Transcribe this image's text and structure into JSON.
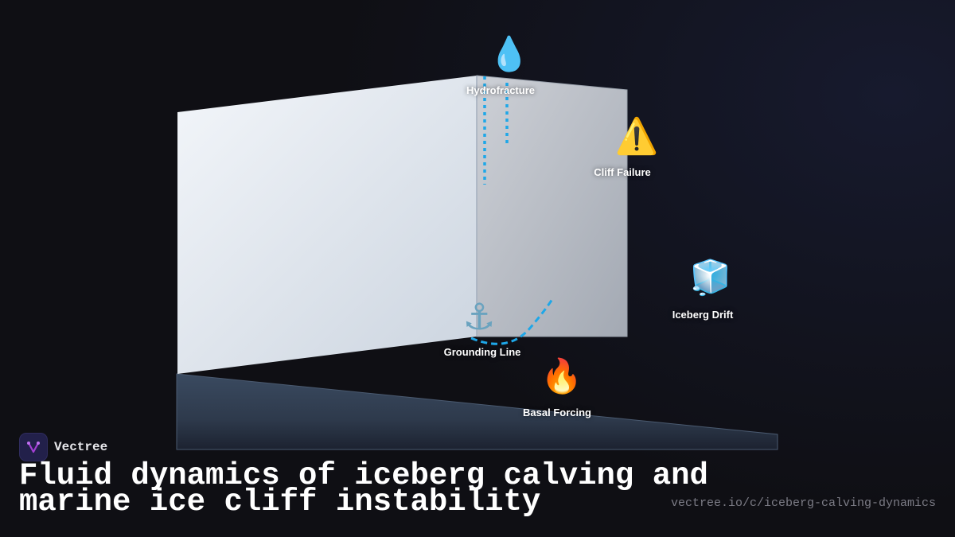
{
  "diagram": {
    "colors": {
      "background": "#0f0f14",
      "front_face_light": "#f3f6fa",
      "front_face_dark": "#cdd5e0",
      "side_face_light": "#c9ccd2",
      "side_face_dark": "#a5abb5",
      "seabed": "#334155",
      "accent_blue": "#1ea7e8"
    },
    "annotations": [
      {
        "id": "hydrofracture",
        "icon": "water-drop-icon",
        "glyph": "💧",
        "label": "Hydrofracture"
      },
      {
        "id": "cliff-failure",
        "icon": "warning-icon",
        "glyph": "⚠️",
        "label": "Cliff Failure"
      },
      {
        "id": "iceberg-drift",
        "icon": "ice-cube-icon",
        "glyph": "🧊",
        "label": "Iceberg Drift"
      },
      {
        "id": "grounding-line",
        "icon": "anchor-icon",
        "glyph": "⚓",
        "label": "Grounding Line"
      },
      {
        "id": "basal-forcing",
        "icon": "fire-icon",
        "glyph": "🔥",
        "label": "Basal Forcing"
      }
    ]
  },
  "footer": {
    "brand_name": "Vectree",
    "title_line1": "Fluid dynamics of iceberg calving and",
    "title_line2": "marine ice cliff instability",
    "url": "vectree.io/c/iceberg-calving-dynamics"
  }
}
